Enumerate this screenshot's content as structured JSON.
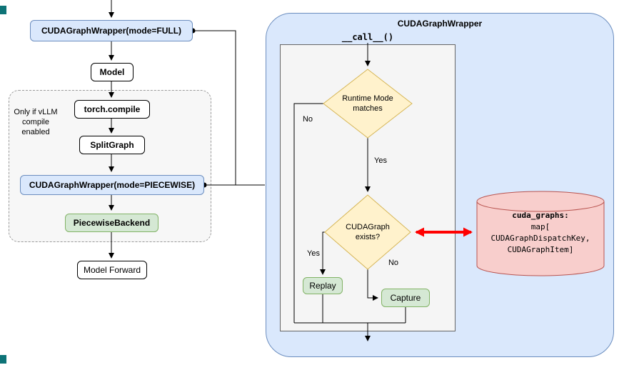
{
  "colors": {
    "blue_fill": "#dae8fc",
    "blue_border": "#6c8ebf",
    "green_fill": "#d5e8d4",
    "green_border": "#82b366",
    "yellow_fill": "#fff2cc",
    "yellow_border": "#d6b656",
    "pink_fill": "#f8cecc",
    "pink_border": "#b85450",
    "red_arrow": "#ff0000",
    "teal_marker": "#0d7377"
  },
  "left_flow": {
    "full_wrapper": "CUDAGraphWrapper(mode=FULL)",
    "model": "Model",
    "compile_note": "Only if vLLM compile enabled",
    "torch_compile": "torch.compile",
    "split_graph": "SplitGraph",
    "piecewise_wrapper": "CUDAGraphWrapper(mode=PIECEWISE)",
    "piecewise_backend": "PiecewiseBackend",
    "model_forward": "Model Forward"
  },
  "panel": {
    "title": "CUDAGraphWrapper",
    "call_label": "__call__()",
    "decision_runtime_mode": "Runtime Mode matches",
    "decision_graph_exists": "CUDAGraph exists?",
    "edge_no_1": "No",
    "edge_yes_1": "Yes",
    "edge_yes_2": "Yes",
    "edge_no_2": "No",
    "replay": "Replay",
    "capture": "Capture",
    "store_line1": "cuda_graphs:",
    "store_line2": "map[",
    "store_line3": "CUDAGraphDispatchKey,",
    "store_line4": "CUDAGraphItem]"
  }
}
